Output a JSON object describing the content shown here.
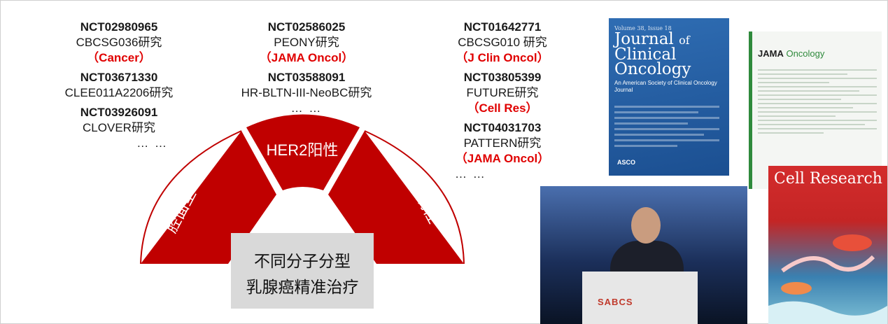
{
  "studies": {
    "col1": [
      {
        "id": "NCT02980965",
        "name": "CBCSG036研究",
        "journal": "（Cancer）"
      },
      {
        "id": "NCT03671330",
        "name": "CLEE011A2206研究"
      },
      {
        "id": "NCT03926091",
        "name": "CLOVER研究"
      }
    ],
    "col1_more": "… …",
    "col2": [
      {
        "id": "NCT02586025",
        "name": "PEONY研究",
        "journal": "（JAMA Oncol）"
      },
      {
        "id": "NCT03588091",
        "name": "HR-BLTN-III-NeoBC研究"
      }
    ],
    "col2_more": "… …",
    "col3": [
      {
        "id": "NCT01642771",
        "name": "CBCSG010 研究",
        "journal": "（J Clin Oncol）"
      },
      {
        "id": "NCT03805399",
        "name": "FUTURE研究",
        "journal": "（Cell Res）"
      },
      {
        "id": "NCT04031703",
        "name": "PATTERN研究",
        "journal": "（JAMA Oncol）"
      }
    ],
    "col3_more": "… …"
  },
  "arc": {
    "segments": [
      "腔面型",
      "HER2阳性",
      "三阴性"
    ],
    "center_line1": "不同分子分型",
    "center_line2": "乳腺癌精准治疗",
    "color": "#c00000"
  },
  "covers": {
    "jco": {
      "issue": "Volume 38, Issue 18",
      "title1": "Journal",
      "title2": "of",
      "title3": "Clinical",
      "title4": "Oncology",
      "subtitle": "An American Society of Clinical Oncology Journal",
      "publisher": "ASCO"
    },
    "jama": {
      "brand": "JAMA",
      "name": "Oncology"
    },
    "cell": {
      "title": "Cell Research"
    }
  },
  "photo": {
    "podium_logo": "SABCS"
  }
}
